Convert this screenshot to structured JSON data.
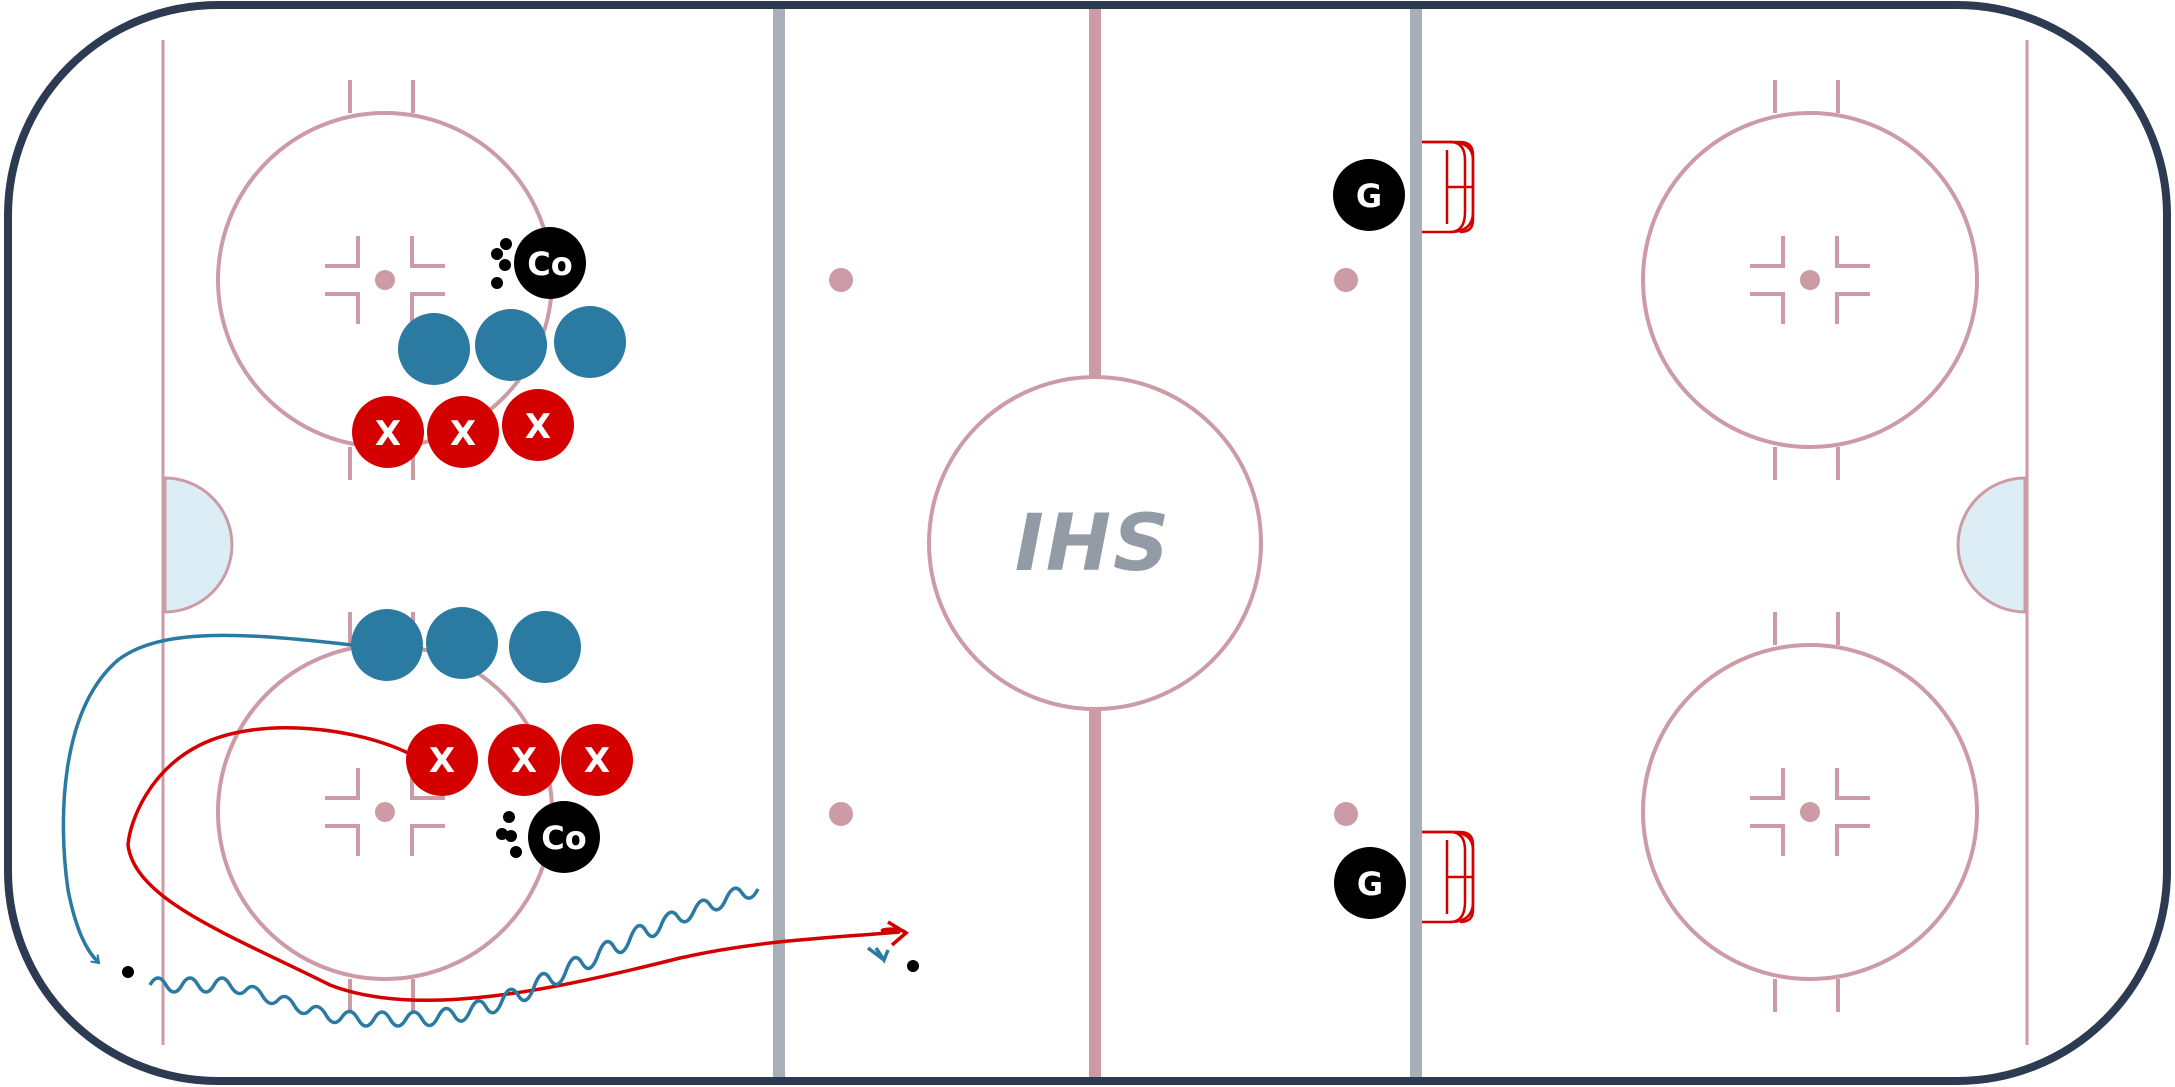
{
  "colors": {
    "board": "#2c3a52",
    "ice": "#ffffff",
    "red_line": "#cc9ba5",
    "blue_line": "#a7b0b9",
    "crease": "#dcedf6",
    "offense_player": "#2a7aa2",
    "defense_player": "#d40000",
    "coach": "#000000",
    "goalie": "#000000",
    "goal_net": "#d40000",
    "logo": "#939ca6"
  },
  "logo": {
    "text": "IHS"
  },
  "players": {
    "coach_label": "Co",
    "defender_label": "X",
    "goalie_label": "G"
  },
  "legend_icons": [
    "puck-icon",
    "skate-path-icon",
    "puck-carry-path-icon"
  ]
}
